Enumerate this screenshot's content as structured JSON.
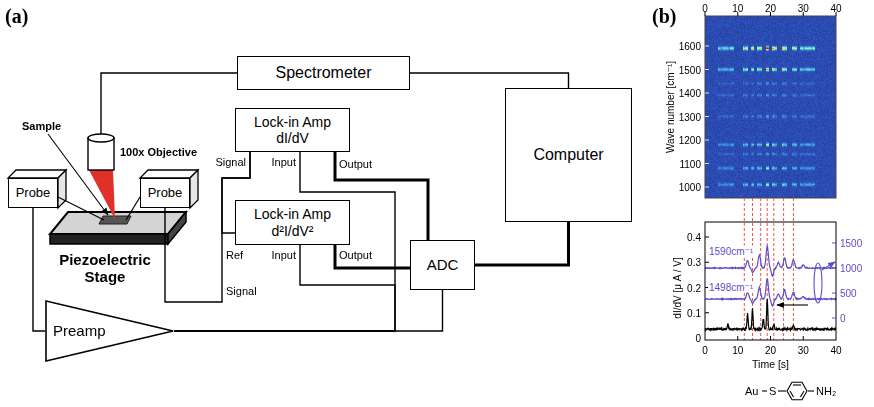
{
  "diagram": {
    "nodes": [
      {
        "text": [
          "Spectrometer"
        ]
      },
      {
        "text": [
          "Lock-in Amp dI/dV"
        ]
      },
      {
        "text": [
          "Computer"
        ]
      },
      {
        "text": [
          "Probe"
        ]
      },
      {
        "text": [
          "Probe"
        ]
      },
      {
        "text": [
          "Lock-in Amp d²I/dV²"
        ]
      },
      {
        "text": [
          "ADC"
        ]
      },
      {
        "text": [
          "Preamp"
        ]
      }
    ],
    "edges": [
      {
        "from": 0,
        "to": 2,
        "arrow": "none"
      },
      {
        "from": 1,
        "to": 6,
        "arrow": "none"
      },
      {
        "from": 5,
        "to": 6,
        "arrow": "none"
      },
      {
        "from": 6,
        "to": 2,
        "arrow": "none"
      },
      {
        "from": 7,
        "to": 6,
        "arrow": "none"
      },
      {
        "from": 7,
        "to": 1,
        "arrow": "none"
      },
      {
        "from": 7,
        "to": 5,
        "arrow": "none"
      },
      {
        "from": 1,
        "to": 5,
        "arrow": "none"
      },
      {
        "from": 1,
        "to": 4,
        "arrow": "none"
      },
      {
        "from": 3,
        "to": 7,
        "arrow": "none"
      }
    ],
    "labels": [
      "(a)",
      "Sample",
      "100x Objective",
      "Piezoelectric Stage",
      "Signal",
      "Input",
      "Output",
      "Ref",
      "Input",
      "Output",
      "Signal",
      "(b)",
      "0",
      "10",
      "20",
      "30",
      "40",
      "Wave number [cm⁻¹]",
      "1600",
      "1500",
      "1400",
      "1300",
      "1200",
      "1100",
      "1000",
      "1590cm⁻¹",
      "1498cm⁻¹",
      "1500",
      "1000",
      "500",
      "0",
      "0.4",
      "0.3",
      "0.2",
      "0.1",
      "0",
      "dI/dV [μ A / V]",
      "0",
      "10",
      "20",
      "30",
      "40",
      "Time [s]",
      "Au",
      "S",
      "NH₂"
    ]
  }
}
